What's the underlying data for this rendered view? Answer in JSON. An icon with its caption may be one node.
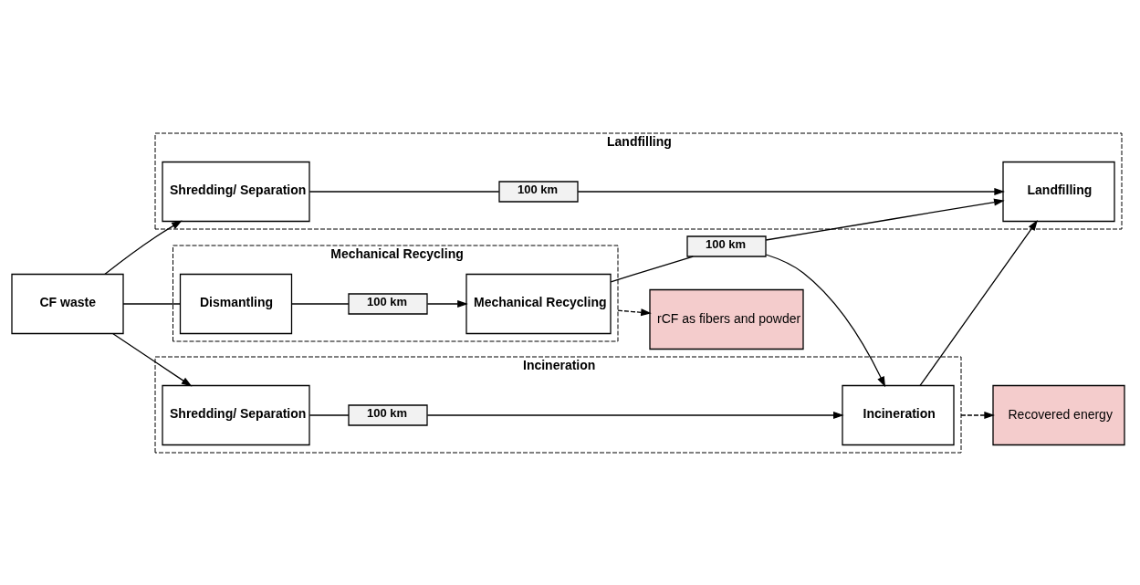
{
  "diagram": {
    "nodes": [
      {
        "text": [
          "CF waste"
        ]
      },
      {
        "text": [
          "Landfilling"
        ]
      },
      {
        "text": [
          "Shredding/ Separation"
        ],
        "in": 1
      },
      {
        "text": [
          "100 km"
        ],
        "in": 1
      },
      {
        "text": [
          "Landfilling"
        ],
        "in": 1
      },
      {
        "text": [
          "Incineration"
        ]
      },
      {
        "text": [
          "Shredding/ Separation"
        ],
        "in": 5
      },
      {
        "text": [
          "100 km"
        ],
        "in": 5
      },
      {
        "text": [
          "Incineration"
        ],
        "in": 5
      },
      {
        "text": [
          "Mechanical Recycling"
        ]
      },
      {
        "text": [
          "Dismantling"
        ],
        "in": 9
      },
      {
        "text": [
          "100 km"
        ],
        "in": 9
      },
      {
        "text": [
          "Mechanical Recycling"
        ],
        "in": 9
      },
      {
        "text": [
          "100 km"
        ]
      },
      {
        "text": [
          "Recovered energy"
        ]
      },
      {
        "text": [
          "rCF as fibers and powder"
        ]
      }
    ],
    "edges": [
      {
        "from": 0,
        "to": 2,
        "arrow": "to"
      },
      {
        "from": 0,
        "to": 6,
        "arrow": "to"
      },
      {
        "from": 0,
        "to": 10,
        "arrow": "none"
      },
      {
        "from": 2,
        "to": 3,
        "arrow": "none"
      },
      {
        "from": 3,
        "to": 4,
        "arrow": "to"
      },
      {
        "from": 6,
        "to": 7,
        "arrow": "none"
      },
      {
        "from": 7,
        "to": 8,
        "arrow": "to"
      },
      {
        "from": 8,
        "to": 4,
        "arrow": "to"
      },
      {
        "from": 10,
        "to": 11,
        "arrow": "none"
      },
      {
        "from": 11,
        "to": 12,
        "arrow": "to"
      },
      {
        "from": 12,
        "to": 13,
        "arrow": "none"
      },
      {
        "from": 13,
        "to": 4,
        "arrow": "to"
      },
      {
        "from": 13,
        "to": 8,
        "arrow": "to"
      },
      {
        "from": 5,
        "to": 14,
        "arrow": "to",
        "style": "dashed"
      },
      {
        "from": 9,
        "to": 15,
        "arrow": "to",
        "style": "dashed"
      }
    ]
  }
}
